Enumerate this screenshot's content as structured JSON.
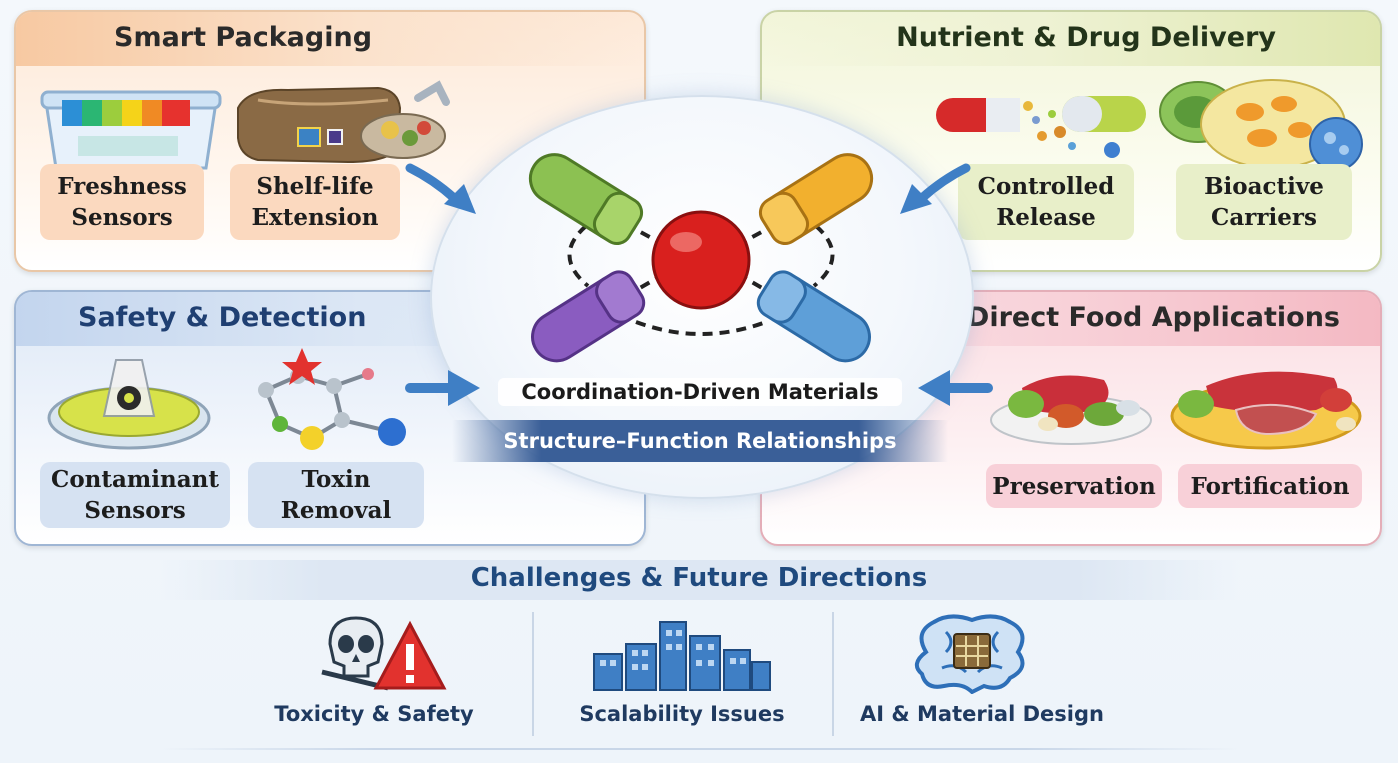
{
  "panels": {
    "smart_packaging": {
      "title": "Smart Packaging",
      "labels": [
        {
          "line1": "Freshness",
          "line2": "Sensors"
        },
        {
          "line1": "Shelf-life",
          "line2": "Extension"
        }
      ]
    },
    "nutrient_delivery": {
      "title": "Nutrient & Drug Delivery",
      "labels": [
        {
          "line1": "Controlled",
          "line2": "Release"
        },
        {
          "line1": "Bioactive",
          "line2": "Carriers"
        }
      ]
    },
    "safety_detection": {
      "title": "Safety & Detection",
      "labels": [
        {
          "line1": "Contaminant",
          "line2": "Sensors"
        },
        {
          "line1": "Toxin",
          "line2": "Removal"
        }
      ]
    },
    "direct_food": {
      "title": "Direct Food Applications",
      "labels": [
        {
          "line1": "Preservation"
        },
        {
          "line1": "Fortification"
        }
      ]
    }
  },
  "hub": {
    "title": "Coordination-Driven Materials",
    "subtitle": "Structure–Function Relationships"
  },
  "challenges": {
    "title": "Challenges & Future Directions",
    "items": [
      {
        "label": "Toxicity & Safety",
        "icon": "skull-warning-icon"
      },
      {
        "label": "Scalability Issues",
        "icon": "buildings-icon"
      },
      {
        "label": "AI & Material Design",
        "icon": "brain-chip-icon"
      }
    ]
  },
  "colors": {
    "green_capsule": "#8cc152",
    "yellow_capsule": "#f2b02e",
    "purple_capsule": "#8a5cc0",
    "blue_capsule": "#5e9fd8",
    "center_sphere": "#d9201e",
    "arrow_blue": "#3f7fc5"
  }
}
